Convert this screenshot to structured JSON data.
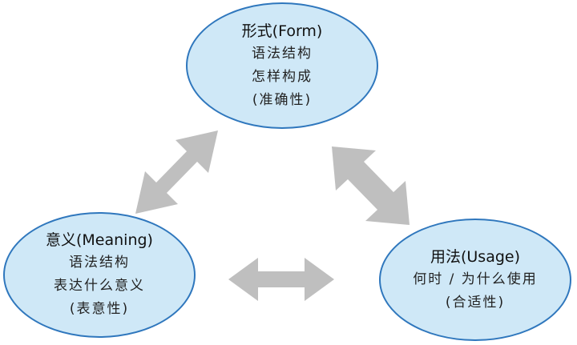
{
  "diagram": {
    "form": {
      "title": "形式(Form)",
      "lines": [
        "语法结构",
        "怎样构成",
        "(准确性)"
      ]
    },
    "meaning": {
      "title": "意义(Meaning)",
      "lines": [
        "语法结构",
        "表达什么意义",
        "(表意性)"
      ]
    },
    "usage": {
      "title": "用法(Usage)",
      "lines": [
        "何时 / 为什么使用",
        "(合适性)"
      ]
    },
    "colors": {
      "node_fill": "#cfe8f7",
      "node_border": "#2f77bd",
      "arrow": "#bfbfbf"
    }
  }
}
